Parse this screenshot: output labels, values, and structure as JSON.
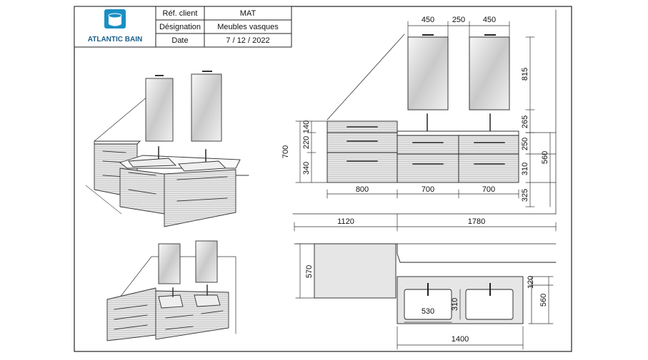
{
  "title_block": {
    "logo_text": "ATLANTIC BAIN",
    "rows": [
      {
        "label": "Réf. client",
        "value": "MAT"
      },
      {
        "label": "Désignation",
        "value": "Meubles vasques"
      },
      {
        "label": "Date",
        "value": "7 / 12 / 2022"
      }
    ]
  },
  "front_view": {
    "top_dims": [
      "450",
      "250",
      "450"
    ],
    "mirror_height": "815",
    "gap_above_counter": "265",
    "left_stack": [
      "140",
      "220",
      "340"
    ],
    "left_total": "700",
    "right_stack": [
      "250",
      "310"
    ],
    "right_total": "560",
    "floor_clearance": "325",
    "unit_widths": [
      "800",
      "700",
      "700"
    ],
    "wall_segments": [
      "1120",
      "1780"
    ]
  },
  "top_view": {
    "left_depth": "570",
    "basin_width": "530",
    "basin_depth": "310",
    "counter_offset": "120",
    "right_depth": "560",
    "overall_width": "1400"
  },
  "colors": {
    "logo": "#1a8fc4",
    "line": "#222222",
    "wood": "#d9d9d9"
  }
}
